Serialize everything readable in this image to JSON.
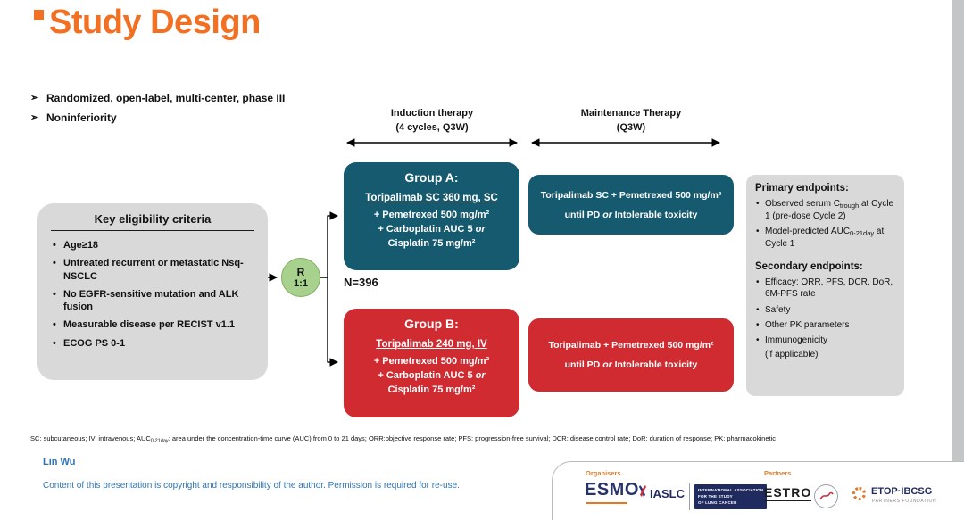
{
  "title": "Study Design",
  "bullets": [
    "Randomized, open-label, multi-center, phase III",
    "Noninferiority"
  ],
  "phases": {
    "induction_line1": "Induction therapy",
    "induction_line2": "(4 cycles, Q3W)",
    "maintenance_line1": "Maintenance Therapy",
    "maintenance_line2": "(Q3W)"
  },
  "eligibility": {
    "title": "Key eligibility criteria",
    "items": [
      "Age≥18",
      "Untreated recurrent or metastatic Nsq-NSCLC",
      "No EGFR-sensitive mutation and ALK fusion",
      "Measurable disease per RECIST v1.1",
      "ECOG PS 0-1"
    ]
  },
  "randomization": {
    "label": "R",
    "ratio": "1:1",
    "sample_size": "N=396"
  },
  "group_a": {
    "heading": "Group A:",
    "drug": "Toripalimab SC 360 mg, SC",
    "chemo1": "+ Pemetrexed 500 mg/m²",
    "chemo2": "+ Carboplatin AUC 5 ",
    "chemo2_or": "or",
    "chemo3": "Cisplatin 75 mg/m²"
  },
  "group_b": {
    "heading": "Group B:",
    "drug": "Toripalimab 240 mg, IV",
    "chemo1": "+ Pemetrexed 500 mg/m²",
    "chemo2": "+ Carboplatin AUC 5 ",
    "chemo2_or": "or",
    "chemo3": "Cisplatin 75 mg/m²"
  },
  "maintenance_a": {
    "line1": "Toripalimab SC + Pemetrexed 500 mg/m²",
    "until": "until PD ",
    "or_word": "or",
    "after": " Intolerable toxicity"
  },
  "maintenance_b": {
    "line1": "Toripalimab + Pemetrexed 500 mg/m²",
    "until": "until PD ",
    "or_word": "or",
    "after": " Intolerable toxicity"
  },
  "endpoints": {
    "primary_title": "Primary endpoints:",
    "primary": [
      {
        "pre": "Observed serum C",
        "sub": "trough",
        "post": " at Cycle 1 (pre-dose Cycle 2)"
      },
      {
        "pre": "Model-predicted AUC",
        "sub": "0-21day",
        "post": " at Cycle 1"
      }
    ],
    "secondary_title": "Secondary endpoints:",
    "secondary": [
      "Efficacy: ORR, PFS, DCR, DoR, 6M-PFS rate",
      "Safety",
      "Other PK parameters",
      "Immunogenicity"
    ],
    "secondary_note": "(if applicable)"
  },
  "footnote": {
    "pre": "SC: subcutaneous; IV: intravenous; AUC",
    "sub": "0-21day",
    "post": ": area under the concentration-time curve (AUC) from 0 to 21 days; ORR:objective response rate; PFS: progression-free survival; DCR: disease control rate; DoR: duration of response; PK: pharmacokinetic"
  },
  "footer": {
    "author": "Lin Wu",
    "copyright": "Content of this presentation is copyright and responsibility of the author. Permission is required for re-use.",
    "organisers_label": "Organisers",
    "partners_label": "Partners",
    "esmo": "ESMO",
    "iaslc": "IASLC",
    "iaslc_tagline_1": "INTERNATIONAL ASSOCIATION",
    "iaslc_tagline_2": "FOR THE STUDY",
    "iaslc_tagline_3": "OF LUNG CANCER",
    "estro": "ESTRO",
    "etop": "ETOP·IBCSG",
    "etop_sub": "PARTNERS FOUNDATION"
  },
  "colors": {
    "title_orange": "#F36F21",
    "group_a_teal": "#165A70",
    "group_b_red": "#CF2B31",
    "panel_gray": "#D9D9D9",
    "randomization_green": "#A9D18E",
    "footer_blue": "#2E74B5"
  }
}
